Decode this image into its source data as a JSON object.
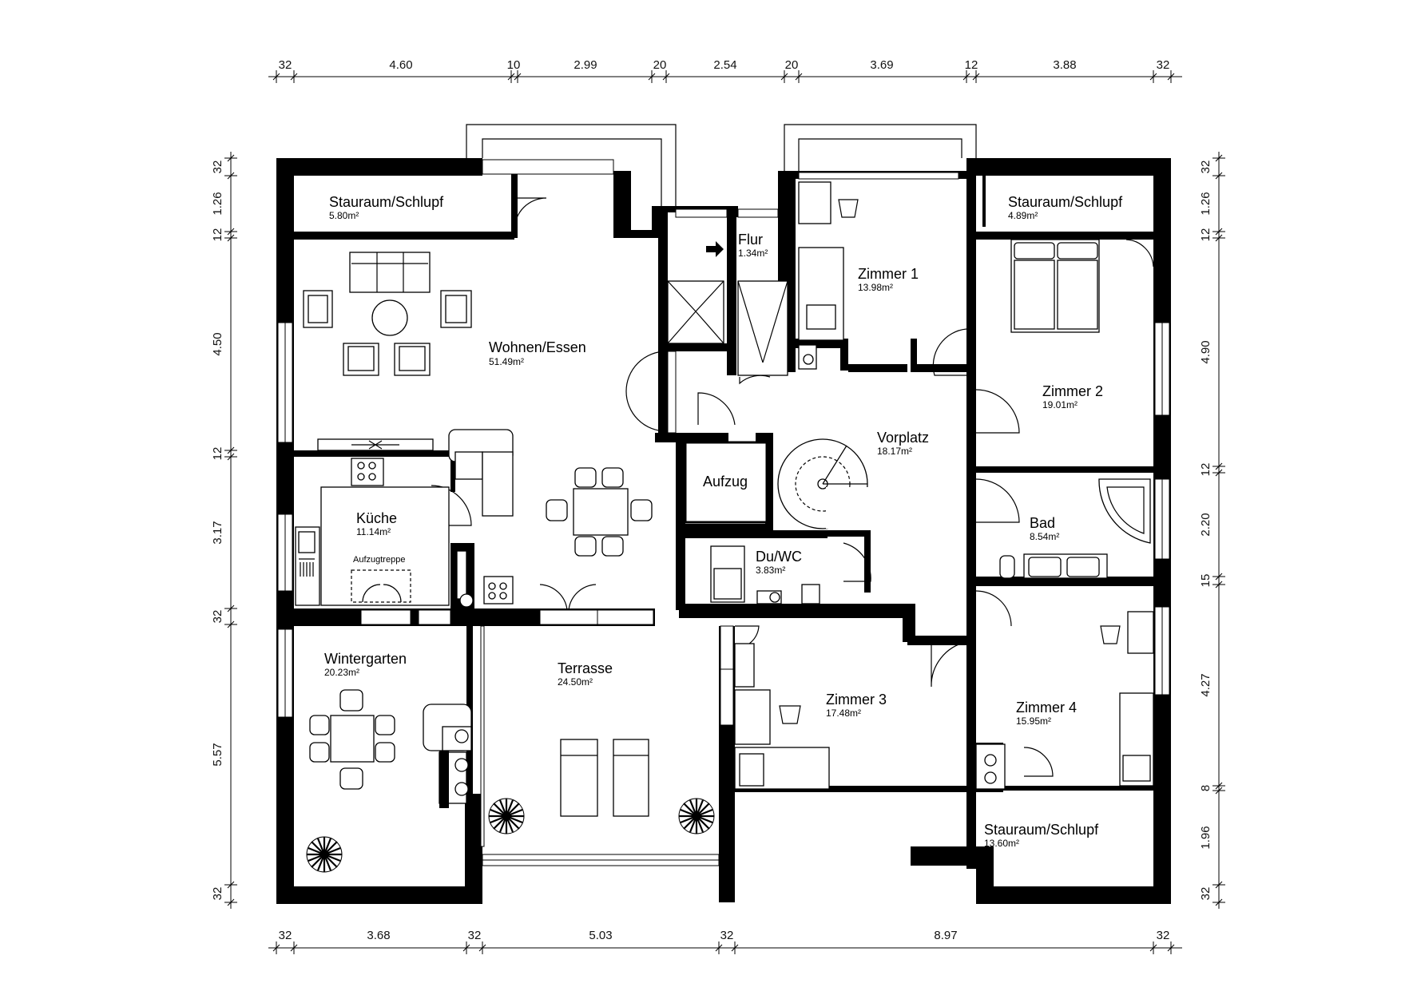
{
  "dimensions": {
    "top": [
      "32",
      "4.60",
      "10",
      "2.99",
      "20",
      "2.54",
      "20",
      "3.69",
      "12",
      "3.88",
      "32"
    ],
    "bottom": [
      "32",
      "3.68",
      "32",
      "5.03",
      "32",
      "8.97",
      "32"
    ],
    "left": [
      "32",
      "1.26",
      "12",
      "4.50",
      "12",
      "3.17",
      "32",
      "5.57",
      "32"
    ],
    "right": [
      "32",
      "1.26",
      "12",
      "4.90",
      "12",
      "2.20",
      "15",
      "4.27",
      "8",
      "1.96",
      "32"
    ]
  },
  "rooms": [
    {
      "name": "Stauraum/Schlupf",
      "area": "5.80m²"
    },
    {
      "name": "Wohnen/Essen",
      "area": "51.49m²"
    },
    {
      "name": "Flur",
      "area": "1.34m²"
    },
    {
      "name": "Zimmer 1",
      "area": "13.98m²"
    },
    {
      "name": "Stauraum/Schlupf",
      "area": "4.89m²"
    },
    {
      "name": "Zimmer 2",
      "area": "19.01m²"
    },
    {
      "name": "Vorplatz",
      "area": "18.17m²"
    },
    {
      "name": "Aufzug",
      "area": ""
    },
    {
      "name": "Küche",
      "area": "11.14m²"
    },
    {
      "name": "Du/WC",
      "area": "3.83m²"
    },
    {
      "name": "Bad",
      "area": "8.54m²"
    },
    {
      "name": "Wintergarten",
      "area": "20.23m²"
    },
    {
      "name": "Terrasse",
      "area": "24.50m²"
    },
    {
      "name": "Zimmer 3",
      "area": "17.48m²"
    },
    {
      "name": "Zimmer 4",
      "area": "15.95m²"
    },
    {
      "name": "Stauraum/Schlupf",
      "area": "13.60m²"
    }
  ],
  "labels": {
    "aufzugtreppe": "Aufzugtreppe"
  }
}
